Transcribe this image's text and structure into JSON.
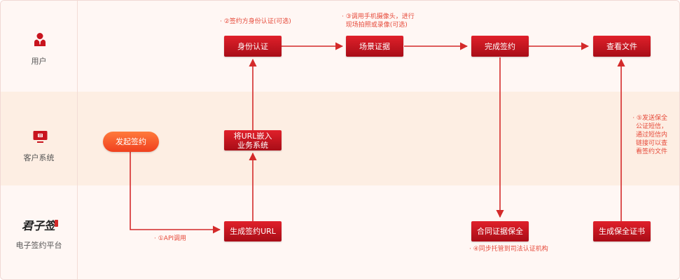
{
  "lanes": [
    {
      "label": "用户",
      "icon": "user-icon"
    },
    {
      "label": "客户系统",
      "icon": "monitor-icon"
    },
    {
      "label": "电子签约平台",
      "icon": "junzi-qian-logo"
    }
  ],
  "logo_text": "君子签",
  "nodes": {
    "start": "发起签约",
    "embed_url": "将URL嵌入\n业务系统",
    "identity": "身份认证",
    "scene": "场景证据",
    "complete": "完成签约",
    "view_file": "查看文件",
    "gen_url": "生成签约URL",
    "contract_preserve": "合同证据保全",
    "gen_certificate": "生成保全证书"
  },
  "notes": {
    "step1": "· ①API调用",
    "step2": "· ②签约方身份认证(可选)",
    "step3": "· ③调用手机摄像头，进行\n  现场拍照或录像(可选)",
    "step4": "· ④同步托管到司法认证机构",
    "step5": "· ⑤发送保全\n公证短信，\n通过短信内\n链接可以查\n看签约文件"
  },
  "colors": {
    "arrow": "#d42a2a",
    "node": "#c8141e",
    "pill": "#f25a2c",
    "note": "#e64a3a"
  }
}
